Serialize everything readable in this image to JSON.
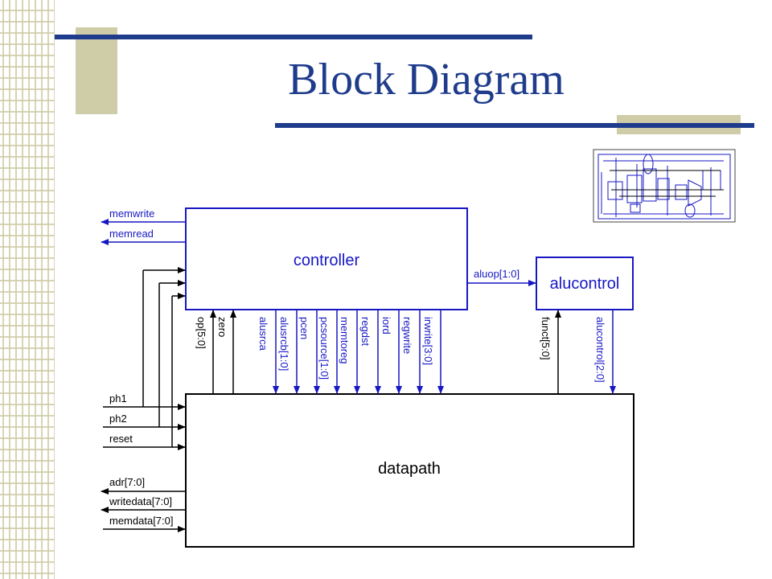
{
  "title": "Block Diagram",
  "colors": {
    "title": "#1f3c8c",
    "wire": "#1717c4",
    "accent_bar": "#1f3c8c",
    "accent_block": "#cfcca8"
  },
  "blocks": {
    "controller": "controller",
    "alucontrol": "alucontrol",
    "datapath": "datapath"
  },
  "left_outputs": [
    "memwrite",
    "memread"
  ],
  "left_inputs": [
    "ph1",
    "ph2",
    "reset"
  ],
  "datapath_left": [
    "adr[7:0]",
    "writedata[7:0]",
    "memdata[7:0]"
  ],
  "aluop": "aluop[1:0]",
  "vertical_up": [
    "op[5:0]",
    "zero"
  ],
  "vertical_down": [
    "alusrca",
    "alusrcb[1:0]",
    "pcen",
    "pcsource[1:0]",
    "memtoreg",
    "regdst",
    "iord",
    "regwrite",
    "irwrite[3:0]"
  ],
  "alu_signals": [
    "funct[5:0]",
    "alucontrol[2:0]"
  ],
  "thumbnail": "schematic-thumbnail"
}
